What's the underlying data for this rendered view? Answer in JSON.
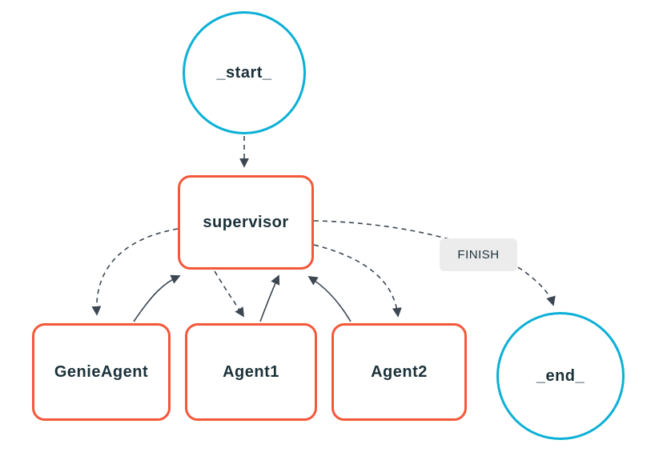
{
  "diagram": {
    "kind": "agent-state-graph",
    "nodes": [
      {
        "id": "start",
        "label": "_start_",
        "shape": "circle"
      },
      {
        "id": "supervisor",
        "label": "supervisor",
        "shape": "rounded-box"
      },
      {
        "id": "genie",
        "label": "GenieAgent",
        "shape": "rounded-box"
      },
      {
        "id": "agent1",
        "label": "Agent1",
        "shape": "rounded-box"
      },
      {
        "id": "agent2",
        "label": "Agent2",
        "shape": "rounded-box"
      },
      {
        "id": "end",
        "label": "_end_",
        "shape": "circle"
      }
    ],
    "edges": [
      {
        "from": "_start_",
        "to": "supervisor",
        "style": "dashed"
      },
      {
        "from": "supervisor",
        "to": "GenieAgent",
        "style": "dashed"
      },
      {
        "from": "GenieAgent",
        "to": "supervisor",
        "style": "solid"
      },
      {
        "from": "supervisor",
        "to": "Agent1",
        "style": "dashed"
      },
      {
        "from": "Agent1",
        "to": "supervisor",
        "style": "solid"
      },
      {
        "from": "supervisor",
        "to": "Agent2",
        "style": "dashed"
      },
      {
        "from": "Agent2",
        "to": "supervisor",
        "style": "solid"
      },
      {
        "from": "supervisor",
        "to": "_end_",
        "style": "dashed",
        "label": "FINISH"
      }
    ],
    "edge_labels": {
      "finish": "FINISH"
    },
    "colors": {
      "circle_border": "#0cb0d6",
      "box_border": "#f4583a",
      "text_color": "#1b3139",
      "edge_color": "#3d4752",
      "label_bg": "#ececec"
    }
  }
}
